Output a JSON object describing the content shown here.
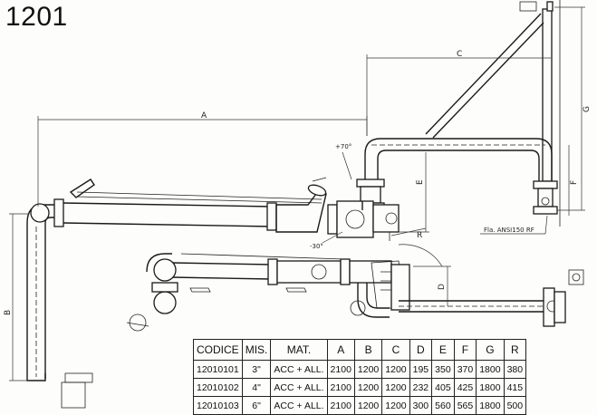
{
  "title": "1201",
  "dimension_labels": {
    "A": "A",
    "B": "B",
    "C": "C",
    "D": "D",
    "E": "E",
    "F": "F",
    "G": "G",
    "R": "R"
  },
  "annotations": {
    "angle_up": "+70°",
    "angle_down": "-30°",
    "flange_note": "Fla. ANSI150 RF"
  },
  "table": {
    "headers": [
      "CODICE",
      "MIS.",
      "MAT.",
      "A",
      "B",
      "C",
      "D",
      "E",
      "F",
      "G",
      "R"
    ],
    "rows": [
      [
        "12010101",
        "3\"",
        "ACC + ALL.",
        "2100",
        "1200",
        "1200",
        "195",
        "350",
        "370",
        "1800",
        "380"
      ],
      [
        "12010102",
        "4\"",
        "ACC + ALL.",
        "2100",
        "1200",
        "1200",
        "232",
        "405",
        "425",
        "1800",
        "415"
      ],
      [
        "12010103",
        "6\"",
        "ACC + ALL.",
        "2100",
        "1200",
        "1200",
        "300",
        "560",
        "565",
        "1800",
        "500"
      ]
    ]
  }
}
